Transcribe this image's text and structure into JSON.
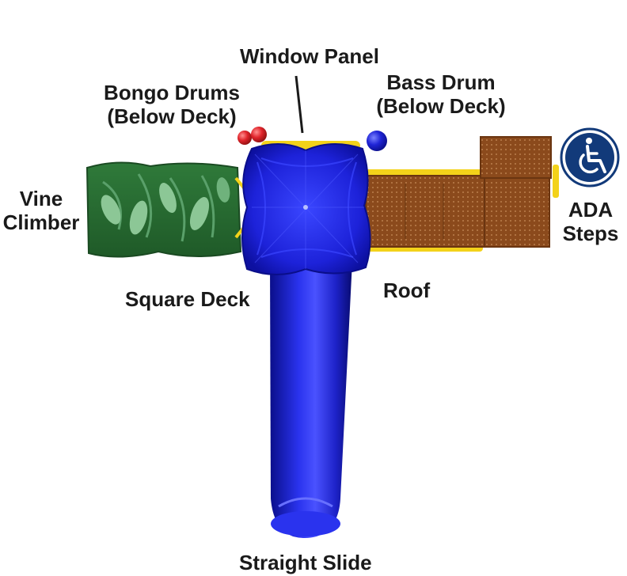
{
  "labels": {
    "window_panel": "Window Panel",
    "bongo_drums_line1": "Bongo Drums",
    "bongo_drums_line2": "(Below Deck)",
    "bass_drum_line1": "Bass Drum",
    "bass_drum_line2": "(Below Deck)",
    "vine_climber_line1": "Vine",
    "vine_climber_line2": "Climber",
    "ada_steps_line1": "ADA",
    "ada_steps_line2": "Steps",
    "square_deck": "Square Deck",
    "roof": "Roof",
    "straight_slide": "Straight Slide"
  },
  "icons": {
    "accessibility": "wheelchair-icon"
  },
  "colors": {
    "roof_blue": "#1a1ae0",
    "slide_blue": "#1f24d6",
    "vine_green": "#2f7a3a",
    "deck_brown": "#8b4a1c",
    "rail_yellow": "#f3d21a",
    "bongo_red": "#e0242b",
    "icon_navy": "#123a7a"
  }
}
